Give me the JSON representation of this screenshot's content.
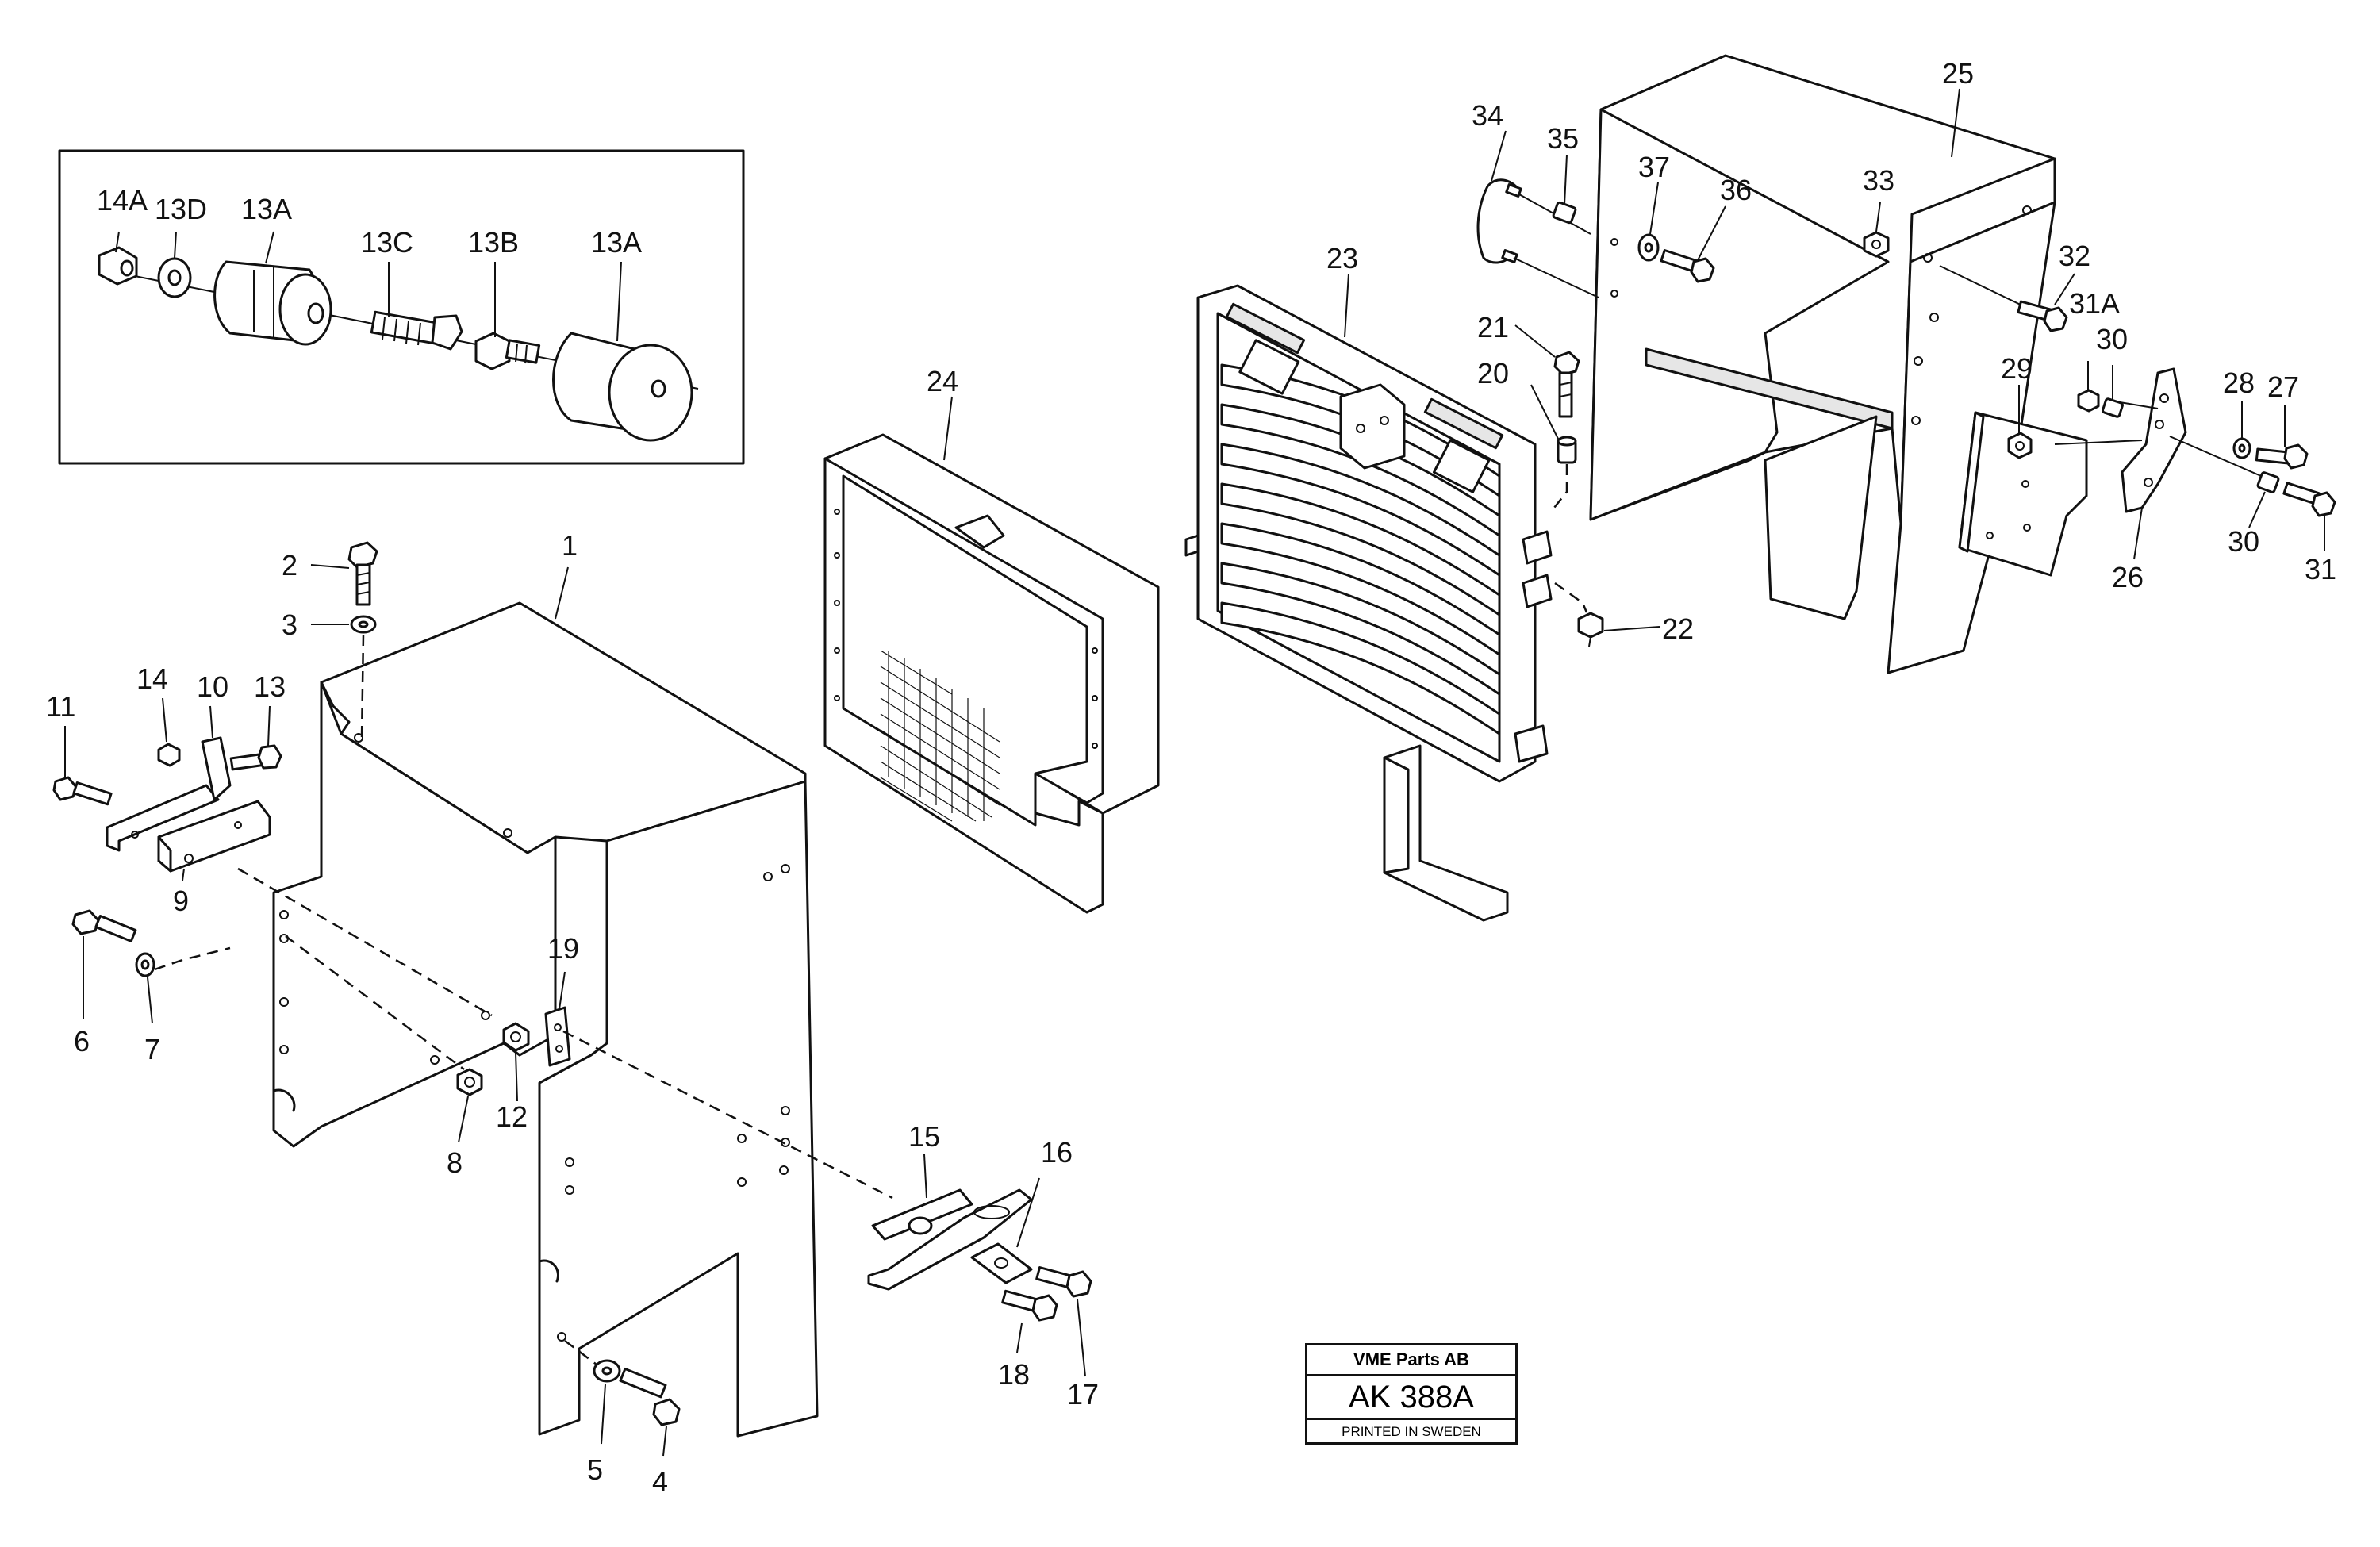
{
  "labels": {
    "l1": "1",
    "l2": "2",
    "l3": "3",
    "l4": "4",
    "l5": "5",
    "l6": "6",
    "l7": "7",
    "l8": "8",
    "l9": "9",
    "l10": "10",
    "l11": "11",
    "l12": "12",
    "l13": "13",
    "l14": "14",
    "l15": "15",
    "l16": "16",
    "l17": "17",
    "l18": "18",
    "l19": "19",
    "l20": "20",
    "l21": "21",
    "l22": "22",
    "l23": "23",
    "l24": "24",
    "l25": "25",
    "l26": "26",
    "l27": "27",
    "l28": "28",
    "l29": "29",
    "l30a": "30",
    "l30b": "30",
    "l31": "31",
    "l31A": "31A",
    "l32": "32",
    "l33": "33",
    "l34": "34",
    "l35": "35",
    "l36": "36",
    "l37": "37",
    "l14A": "14A",
    "l13D": "13D",
    "l13Aa": "13A",
    "l13C": "13C",
    "l13B": "13B",
    "l13Ab": "13A"
  },
  "title_block": {
    "company": "VME Parts AB",
    "code": "AK 388A",
    "printed": "PRINTED IN SWEDEN"
  }
}
